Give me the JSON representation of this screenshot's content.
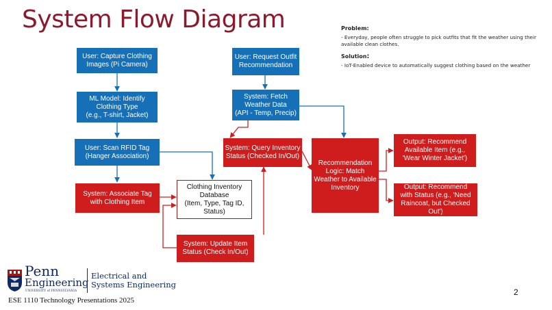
{
  "title": "System Flow Diagram",
  "problem": {
    "heading": "Problem:",
    "text": "- Everyday, people often struggle to pick outfits that fit the weather using their available clean clothes."
  },
  "solution": {
    "heading": "Solution",
    "colon": ":",
    "text": "- IoT-Enabled device to automatically suggest clothing based on the weather"
  },
  "nodes": {
    "capture": {
      "line1": "User: Capture Clothing",
      "line2": "Images (Pi Camera)"
    },
    "identify": {
      "line1": "ML Model: Identify",
      "line2": "Clothing Type",
      "line3": "(e.g., T-shirt, Jacket)"
    },
    "scan": {
      "line1": "User: Scan RFID Tag",
      "line2": "(Hanger Association)"
    },
    "associate": {
      "line1": "System: Associate Tag",
      "line2": "with Clothing Item"
    },
    "database": {
      "line1": "Clothing Inventory",
      "line2": "Database",
      "line3": "(Item, Type, Tag ID,",
      "line4": "Status)"
    },
    "update": {
      "line1": "System: Update Item",
      "line2": "Status (Check In/Out)"
    },
    "request": {
      "line1": "User: Request Outfit",
      "line2": "Recommendation"
    },
    "fetch": {
      "line1": "System: Fetch",
      "line2": "Weather Data",
      "line3": "(API - Temp, Precip)"
    },
    "query": {
      "line1": "System: Query Inventory",
      "line2": "Status (Checked In/Out)"
    },
    "logic": {
      "line1": "Recommendation",
      "line2": "Logic: Match",
      "line3": "Weather to Available",
      "line4": "Inventory"
    },
    "out1": {
      "line1": "Output: Recommend",
      "line2": "Available Item (e.g.,",
      "line3": "'Wear Winter Jacket')"
    },
    "out2": {
      "line1": "Output: Recommend",
      "line2": "with Status (e.g., 'Need",
      "line3": "Raincoat, but Checked Out')"
    }
  },
  "colors": {
    "blue": "#1670b8",
    "red": "#cf1d1d",
    "title": "#8b1a2c",
    "navy": "#0b2a66"
  },
  "logo": {
    "penn": "Penn",
    "engineering": "Engineering",
    "university": "UNIVERSITY of PENNSYLVANIA",
    "dept_line1": "Electrical and",
    "dept_line2": "Systems Engineering"
  },
  "footer": "ESE 1110 Technology Presentations 2025",
  "page_number": "2"
}
